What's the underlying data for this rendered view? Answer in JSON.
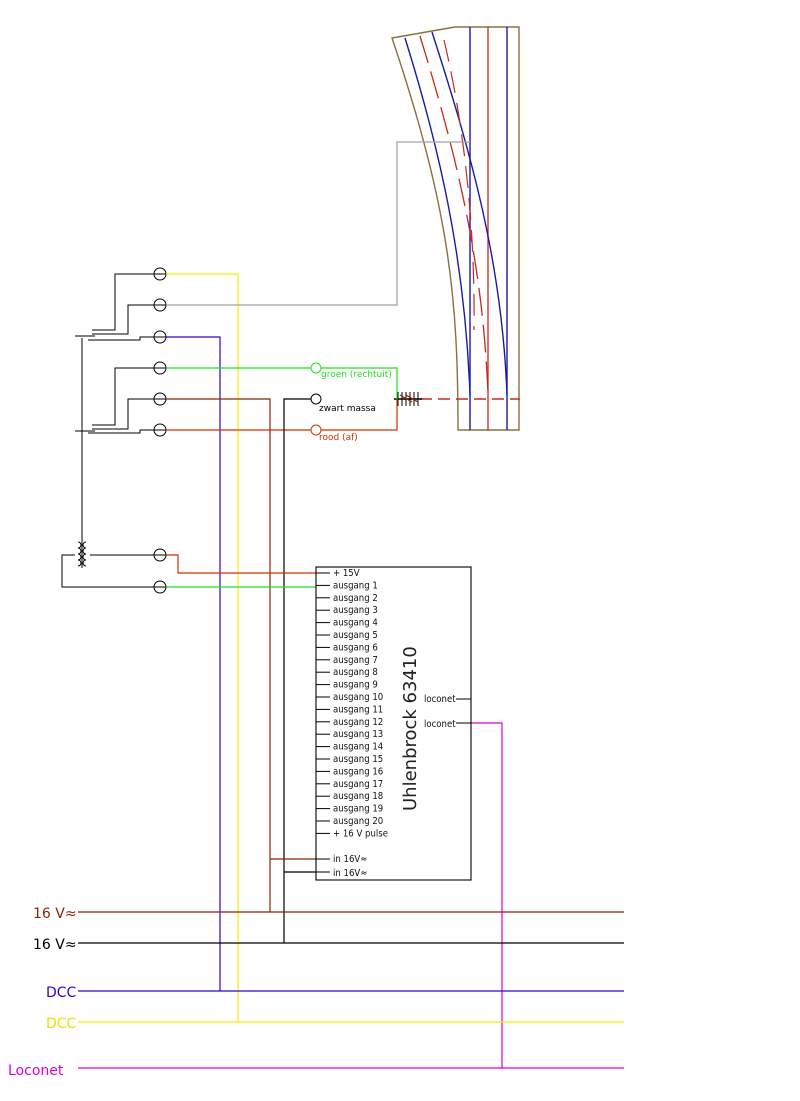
{
  "module": {
    "title": "Uhlenbrock 63410",
    "pins": [
      "+ 15V",
      "ausgang 1",
      "ausgang 2",
      "ausgang 3",
      "ausgang 4",
      "ausgang 5",
      "ausgang 6",
      "ausgang 7",
      "ausgang 8",
      "ausgang 9",
      "ausgang 10",
      "ausgang 11",
      "ausgang 12",
      "ausgang 13",
      "ausgang 14",
      "ausgang 15",
      "ausgang 16",
      "ausgang 17",
      "ausgang 18",
      "ausgang 19",
      "ausgang 20",
      "+ 16 V pulse"
    ],
    "power_pins": [
      "in 16V≈",
      "in 16V≈"
    ],
    "right_pins": [
      "loconet",
      "loconet"
    ]
  },
  "signal_labels": {
    "green": "groen (rechtuit)",
    "common": "zwart massa",
    "red": "rood (af)"
  },
  "bus_labels": [
    "16 V≈",
    "16 V≈",
    "DCC",
    "DCC",
    "Loconet"
  ],
  "colors": {
    "brown": "#8b2500",
    "black": "#000000",
    "blue": "#3300cc",
    "yellow": "#f0f000",
    "magenta": "#dd00dd",
    "green": "#22dd22",
    "grey": "#a0a0a0",
    "orange_red": "#cc3300",
    "track_blue": "#1a1aa8",
    "track_red": "#c8281e",
    "track_edge": "#8a7040"
  }
}
